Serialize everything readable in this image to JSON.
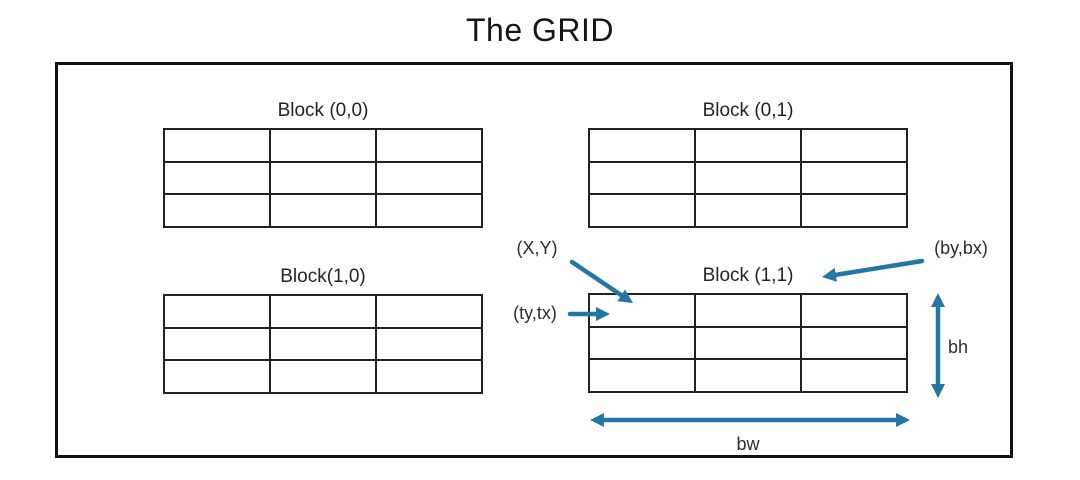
{
  "title": "The GRID",
  "colors": {
    "accent": "#2577a3",
    "outline": "#111111",
    "grid_line": "#222222",
    "text": "#2d2d2d"
  },
  "grid": {
    "rows": 3,
    "cols": 3
  },
  "blocks": [
    {
      "row": 0,
      "col": 0,
      "label": "Block (0,0)"
    },
    {
      "row": 0,
      "col": 1,
      "label": "Block (0,1)"
    },
    {
      "row": 1,
      "col": 0,
      "label": "Block(1,0)"
    },
    {
      "row": 1,
      "col": 1,
      "label": "Block (1,1)"
    }
  ],
  "annotations": {
    "xy": "(X,Y)",
    "tytx": "(ty,tx)",
    "bybx": "(by,bx)",
    "block_height": "bh",
    "block_width": "bw"
  }
}
